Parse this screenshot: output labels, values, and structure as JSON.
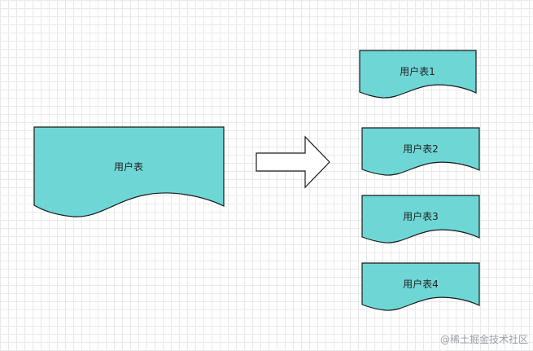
{
  "diagram": {
    "source": {
      "label": "用户表"
    },
    "targets": [
      {
        "label": "用户表1"
      },
      {
        "label": "用户表2"
      },
      {
        "label": "用户表3"
      },
      {
        "label": "用户表4"
      }
    ]
  },
  "colors": {
    "shape_fill": "#6fd6d6",
    "stroke": "#1a1a1a",
    "arrow_fill": "#ffffff",
    "grid": "#e9e9e9"
  },
  "watermark": "@稀土掘金技术社区"
}
